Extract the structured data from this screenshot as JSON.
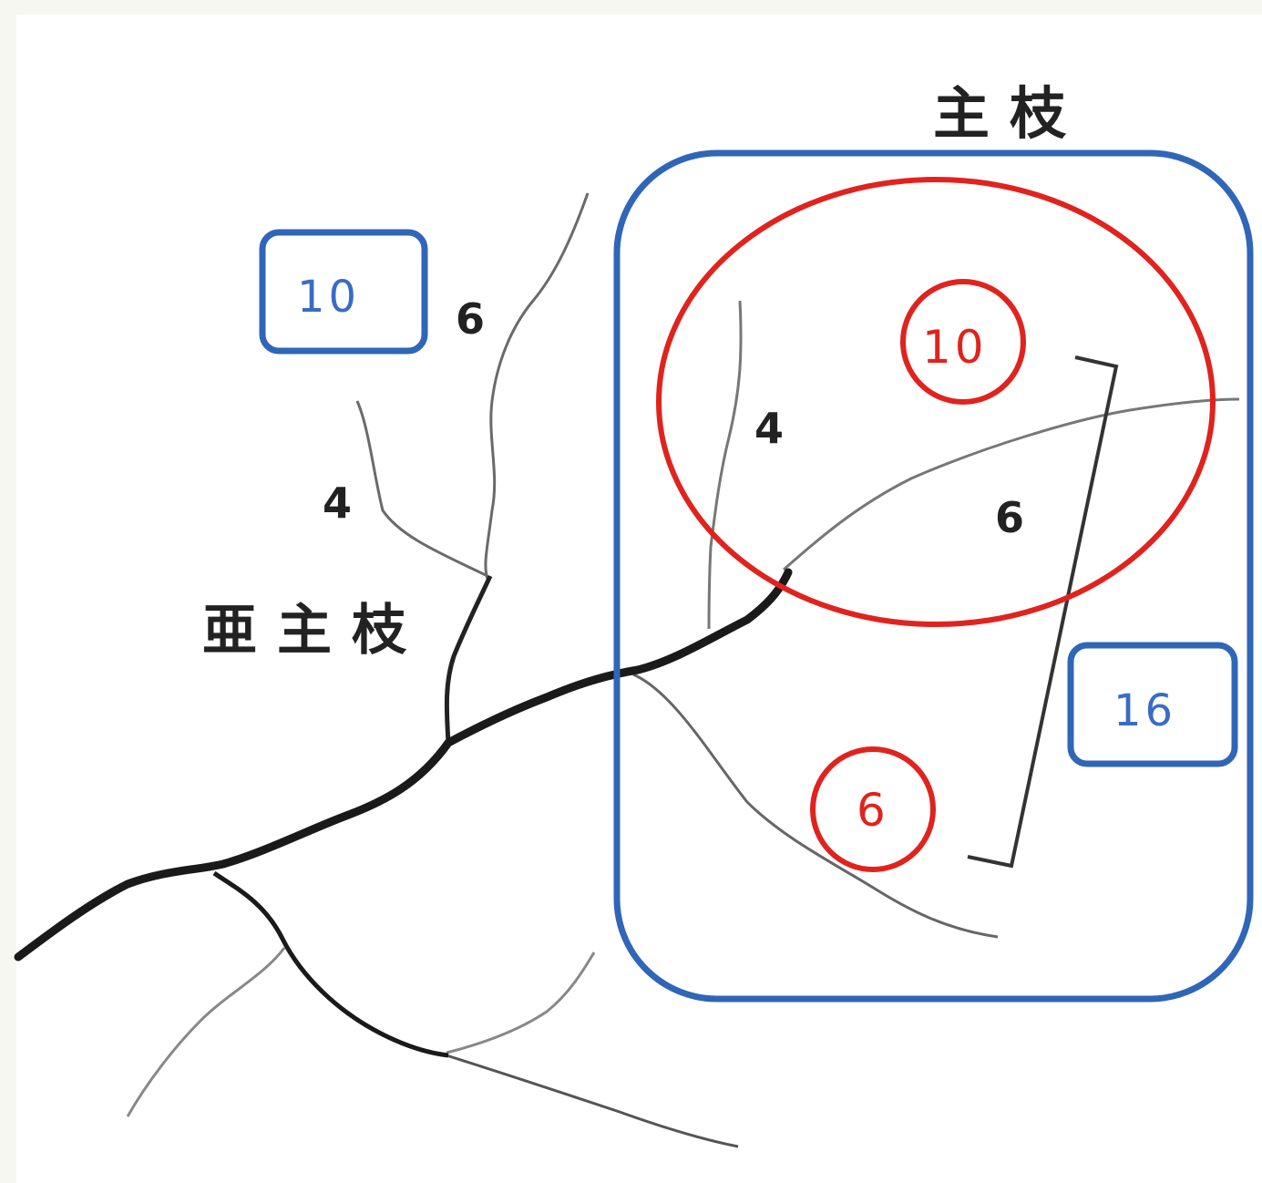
{
  "colors": {
    "blue": "#2f66b8",
    "red": "#e0231d",
    "branch": "#1a1a1a",
    "twig": "#777777"
  },
  "labels": {
    "main_branch_title": "主枝",
    "sub_main_branch_title": "亜主枝",
    "sub_main_box_value": "10",
    "main_box_value": "16",
    "circle_top_value": "10",
    "circle_bottom_value": "6",
    "sub_branch_upper_count": "6",
    "sub_branch_lower_count": "4",
    "main_branch_vertical_count": "4",
    "main_branch_diagonal_count": "6"
  }
}
